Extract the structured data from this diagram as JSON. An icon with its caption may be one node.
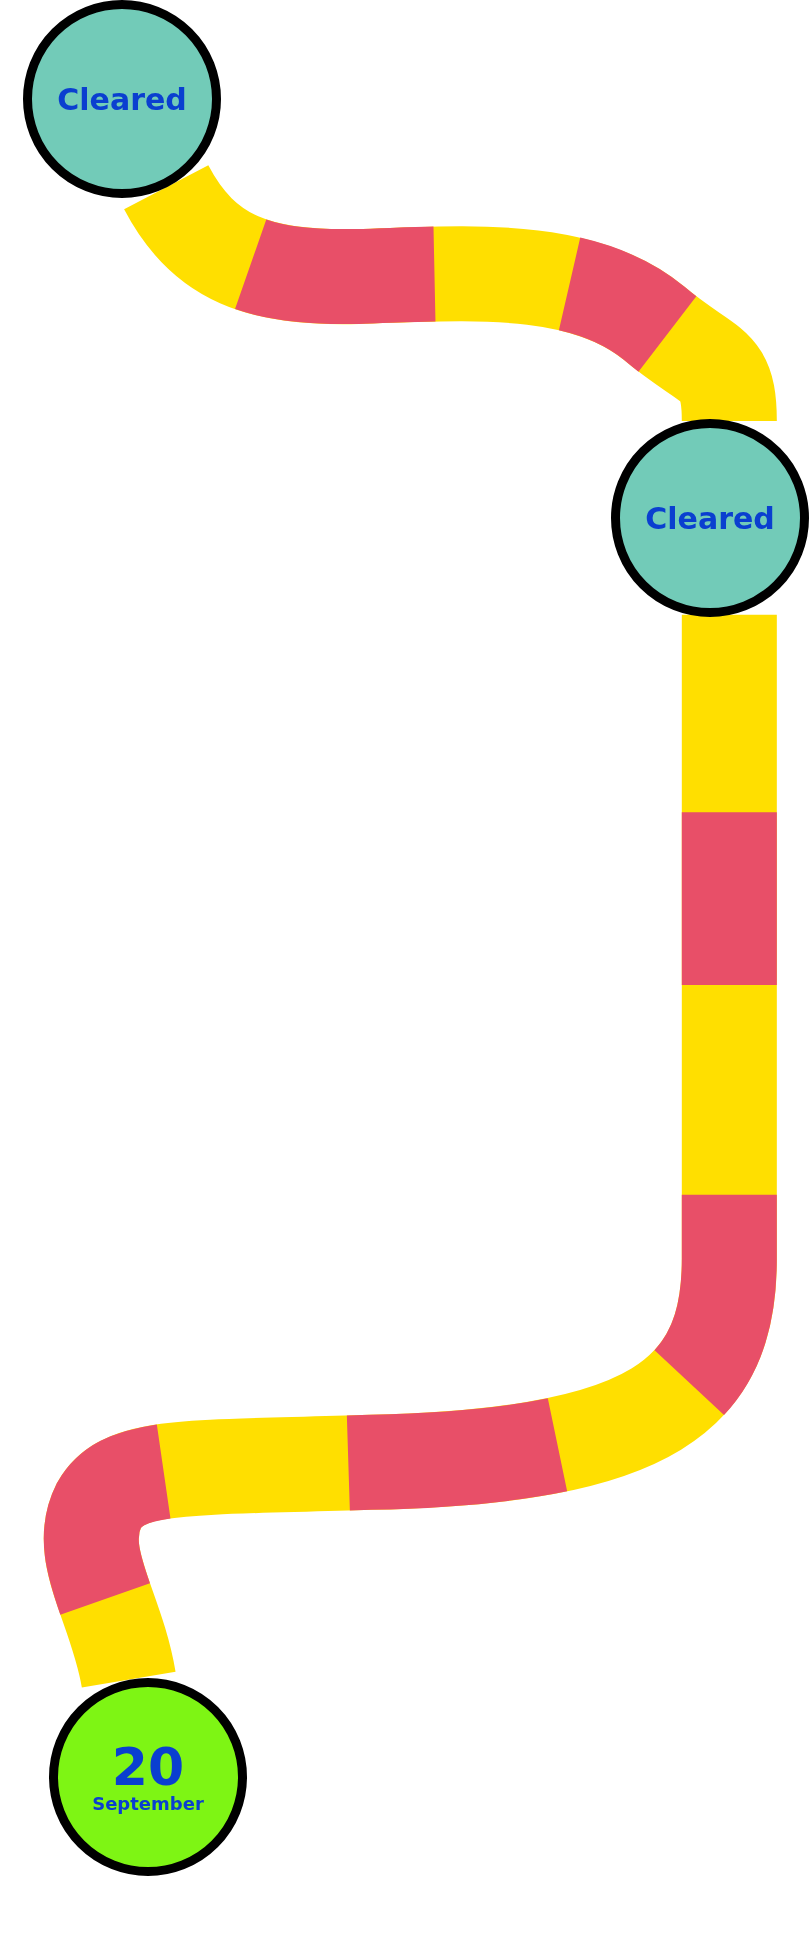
{
  "diagram": {
    "nodes": [
      {
        "text": [
          "Cleared"
        ]
      },
      {
        "text": [
          "Cleared"
        ]
      },
      {
        "text": [
          "20",
          "September"
        ]
      }
    ],
    "edges": [
      {
        "from": 0,
        "to": 1,
        "arrow": "none"
      },
      {
        "from": 1,
        "to": 2,
        "arrow": "none"
      }
    ]
  }
}
